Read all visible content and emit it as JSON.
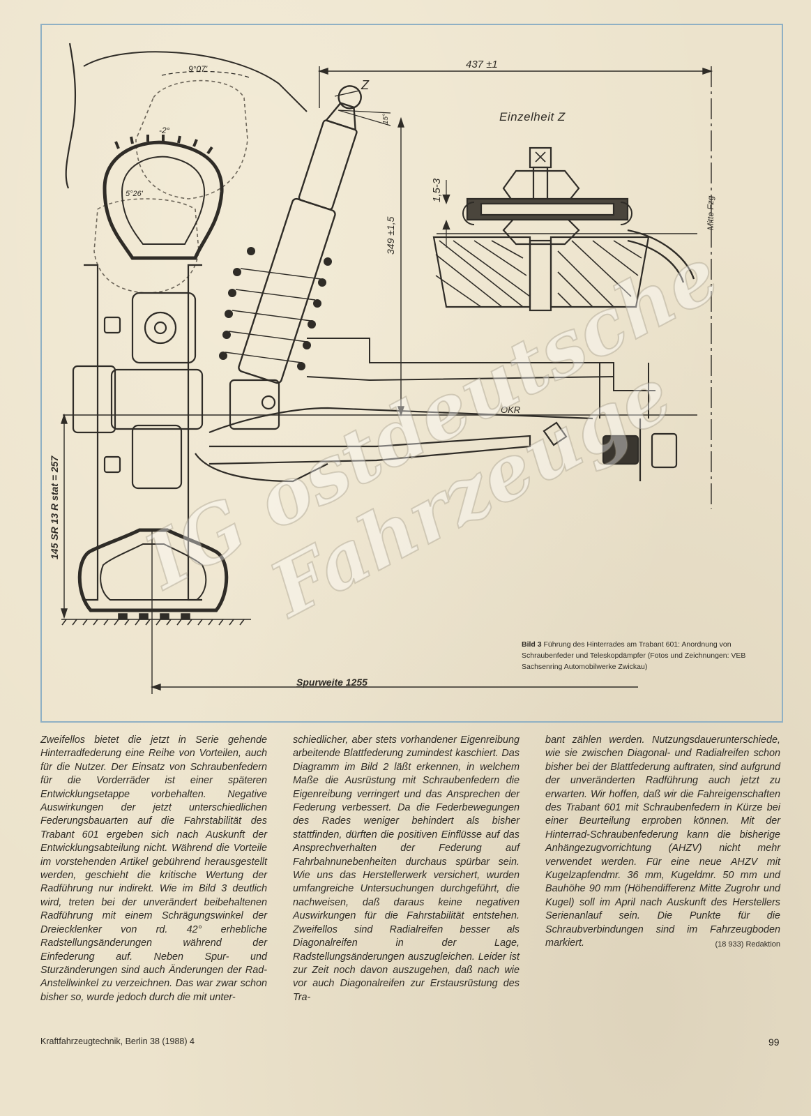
{
  "figure": {
    "detail_title": "Einzelheit Z",
    "labels": {
      "dim_437": "437 ±1",
      "angle_9": "9°07'",
      "angle_2": "-2°",
      "angle_5": "5°26'",
      "label_z": "Z",
      "angle_15": "15°",
      "dim_349": "349 ±1,5",
      "dim_15_3": "1,5-3",
      "mitte_fzg": "Mitte Fzg",
      "okr": "OKR",
      "tire_spec": "145 SR 13  R stat = 257",
      "spurweite": "Spurweite  1255"
    },
    "caption_bold": "Bild 3",
    "caption_text": " Führung des Hinterrades am Trabant 601: Anordnung von Schraubenfeder und Teleskopdämpfer (Fotos und Zeichnungen: VEB Sachsenring Automobilwerke Zwickau)"
  },
  "columns": {
    "col1": "Zweifellos bietet die jetzt in Serie gehende Hinterradfederung eine Reihe von Vorteilen, auch für die Nutzer. Der Einsatz von Schraubenfedern für die Vorderräder ist einer späteren Entwicklungsetappe vorbehalten. Negative Auswirkungen der jetzt unterschiedlichen Federungsbauarten auf die Fahrstabilität des Trabant 601 ergeben sich nach Auskunft der Entwicklungsabteilung nicht. Während die Vorteile im vorstehenden Artikel gebührend herausgestellt werden, geschieht die kritische Wertung der Radführung nur indirekt. Wie im Bild 3 deutlich wird, treten bei der unverändert beibehaltenen Radführung mit einem Schrägungswinkel der Dreiecklenker von rd. 42° erhebliche Radstellungsänderungen während der Einfederung auf. Neben Spur- und Sturzänderungen sind auch Änderungen der Rad-Anstellwinkel zu verzeichnen. Das war zwar schon bisher so, wurde jedoch durch die mit unter-",
    "col2": "schiedlicher, aber stets vorhandener Eigenreibung arbeitende Blattfederung zumindest kaschiert. Das Diagramm im Bild 2 läßt erkennen, in welchem Maße die Ausrüstung mit Schraubenfedern die Eigenreibung verringert und das Ansprechen der Federung verbessert. Da die Federbewegungen des Rades weniger behindert als bisher stattfinden, dürften die positiven Einflüsse auf das Ansprechverhalten der Federung auf Fahrbahnunebenheiten durchaus spürbar sein. Wie uns das Herstellerwerk versichert, wurden umfangreiche Untersuchungen durchgeführt, die nachweisen, daß daraus keine negativen Auswirkungen für die Fahrstabilität entstehen. Zweifellos sind Radialreifen besser als Diagonalreifen in der Lage, Radstellungsänderungen auszugleichen. Leider ist zur Zeit noch davon auszugehen, daß nach wie vor auch Diagonalreifen zur Erstausrüstung des Tra-",
    "col3": "bant zählen werden. Nutzungsdauerunterschiede, wie sie zwischen Diagonal- und Radialreifen schon bisher bei der Blattfederung auftraten, sind aufgrund der unveränderten Radführung auch jetzt zu erwarten. Wir hoffen, daß wir die Fahreigenschaften des Trabant 601 mit Schraubenfedern in Kürze bei einer Beurteilung erproben können. Mit der Hinterrad-Schraubenfederung kann die bisherige Anhängezugvorrichtung (AHZV) nicht mehr verwendet werden. Für eine neue AHZV mit Kugelzapfendmr. 36 mm, Kugeldmr. 50 mm und Bauhöhe 90 mm (Höhendifferenz Mitte Zugrohr und Kugel) soll im April nach Auskunft des Herstellers Serienanlauf sein. Die Punkte für die Schraubverbindungen sind im Fahrzeugboden markiert.",
    "signoff": "(18 933)  Redaktion"
  },
  "footer": {
    "journal": "Kraftfahrzeugtechnik, Berlin 38 (1988) 4",
    "page_number": "99"
  },
  "watermark": {
    "line1": "IG ostdeutsche",
    "line2": "Fahrzeuge"
  },
  "colors": {
    "paper": "#ece3cc",
    "frame": "#8fb0c4",
    "ink": "#2a2722"
  }
}
